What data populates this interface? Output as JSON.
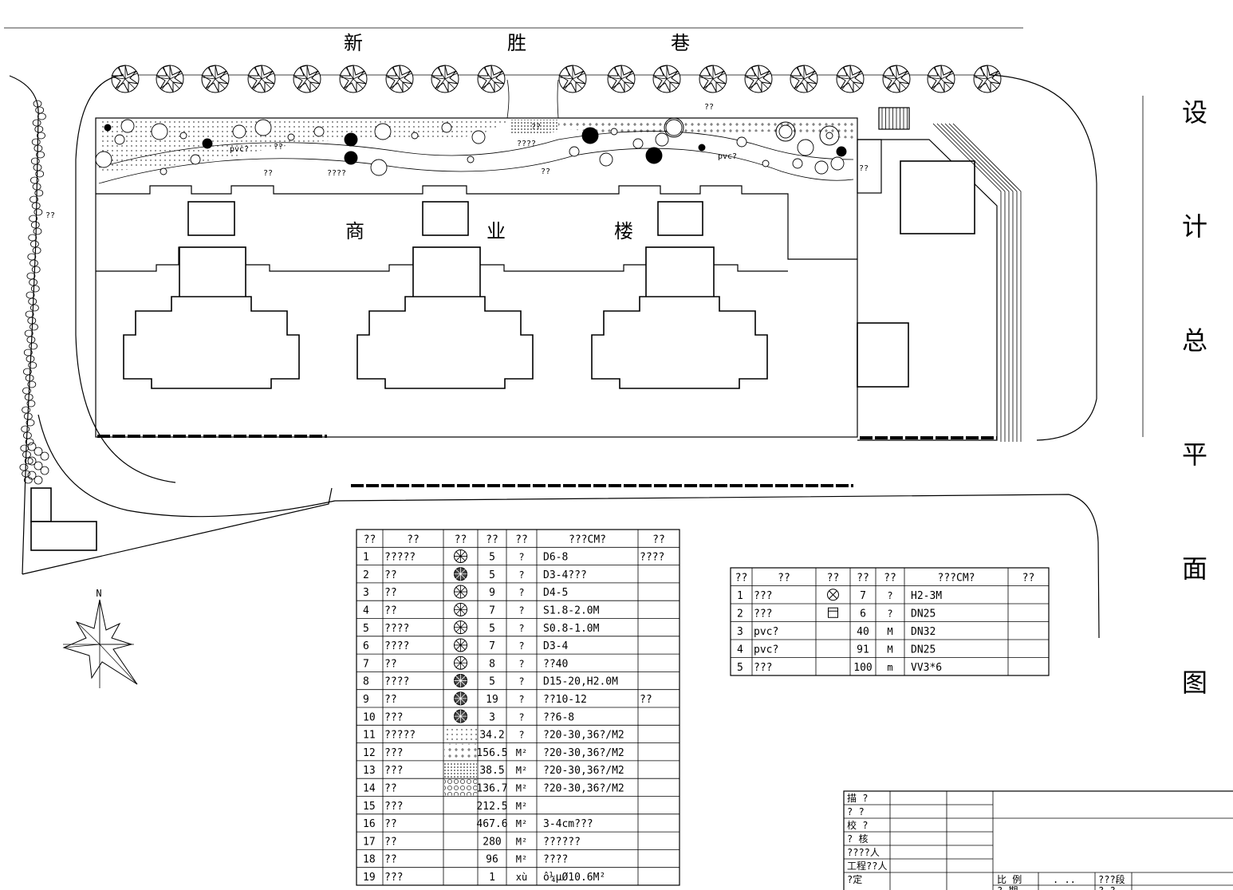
{
  "street": [
    "新",
    "胜",
    "巷"
  ],
  "building_label": [
    "商",
    "业",
    "楼"
  ],
  "title_chars": [
    "设",
    "计",
    "总",
    "平",
    "面",
    "图"
  ],
  "north": "N",
  "site_labels": {
    "pvc_a": "pvc?",
    "pvc_b": "pvc?",
    "q1": "??",
    "q2": "??",
    "q3": "????",
    "q4": "??",
    "q5": "??",
    "q6": "????",
    "q7": "??",
    "q8": "??",
    "q9": "??"
  },
  "plant_table": {
    "headers": [
      "??",
      "??",
      "??",
      "??",
      "??",
      "???CM?",
      "??"
    ],
    "rows": [
      {
        "no": "1",
        "name": "?????",
        "qty": "5",
        "unit": "?",
        "spec": "D6-8",
        "note": "????",
        "sym": "tree-a"
      },
      {
        "no": "2",
        "name": "??",
        "qty": "5",
        "unit": "?",
        "spec": "D3-4???",
        "note": "",
        "sym": "tree-b"
      },
      {
        "no": "3",
        "name": "??",
        "qty": "9",
        "unit": "?",
        "spec": "D4-5",
        "note": "",
        "sym": "tree-c"
      },
      {
        "no": "4",
        "name": "??",
        "qty": "7",
        "unit": "?",
        "spec": "S1.8-2.0M",
        "note": "",
        "sym": "tree-d"
      },
      {
        "no": "5",
        "name": "????",
        "qty": "5",
        "unit": "?",
        "spec": "S0.8-1.0M",
        "note": "",
        "sym": "tree-e"
      },
      {
        "no": "6",
        "name": "????",
        "qty": "7",
        "unit": "?",
        "spec": "D3-4",
        "note": "",
        "sym": "tree-f"
      },
      {
        "no": "7",
        "name": "??",
        "qty": "8",
        "unit": "?",
        "spec": "??40",
        "note": "",
        "sym": "tree-g"
      },
      {
        "no": "8",
        "name": "????",
        "qty": "5",
        "unit": "?",
        "spec": "D15-20,H2.0M",
        "note": "",
        "sym": "tree-h"
      },
      {
        "no": "9",
        "name": "??",
        "qty": "19",
        "unit": "?",
        "spec": "??10-12",
        "note": "??",
        "sym": "tree-i"
      },
      {
        "no": "10",
        "name": "???",
        "qty": "3",
        "unit": "?",
        "spec": "??6-8",
        "note": "",
        "sym": "tree-j"
      },
      {
        "no": "11",
        "name": "?????",
        "qty": "34.2",
        "unit": "?",
        "spec": "?20-30,36?/M2",
        "note": "",
        "sym": "hatch1"
      },
      {
        "no": "12",
        "name": "???",
        "qty": "156.5",
        "unit": "M²",
        "spec": "?20-30,36?/M2",
        "note": "",
        "sym": "hatch2"
      },
      {
        "no": "13",
        "name": "???",
        "qty": "38.5",
        "unit": "M²",
        "spec": "?20-30,36?/M2",
        "note": "",
        "sym": "hatch3"
      },
      {
        "no": "14",
        "name": "??",
        "qty": "136.7",
        "unit": "M²",
        "spec": "?20-30,36?/M2",
        "note": "",
        "sym": "hatch4"
      },
      {
        "no": "15",
        "name": "???",
        "qty": "212.5",
        "unit": "M²",
        "spec": "",
        "note": "",
        "sym": ""
      },
      {
        "no": "16",
        "name": "??",
        "qty": "467.6",
        "unit": "M²",
        "spec": "3-4cm???",
        "note": "",
        "sym": ""
      },
      {
        "no": "17",
        "name": "??",
        "qty": "280",
        "unit": "M²",
        "spec": "??????",
        "note": "",
        "sym": ""
      },
      {
        "no": "18",
        "name": "??",
        "qty": "96",
        "unit": "M²",
        "spec": "????",
        "note": "",
        "sym": ""
      },
      {
        "no": "19",
        "name": "???",
        "qty": "1",
        "unit": "xù",
        "spec": "ô¼µØ10.6M²",
        "note": "",
        "sym": ""
      }
    ]
  },
  "facility_table": {
    "headers": [
      "??",
      "??",
      "??",
      "??",
      "??",
      "???CM?",
      "??"
    ],
    "rows": [
      {
        "no": "1",
        "name": "???",
        "qty": "7",
        "unit": "?",
        "spec": "H2-3M",
        "note": "",
        "sym": "lamp"
      },
      {
        "no": "2",
        "name": "???",
        "qty": "6",
        "unit": "?",
        "spec": "DN25",
        "note": "",
        "sym": "box"
      },
      {
        "no": "3",
        "name": "pvc?",
        "qty": "40",
        "unit": "M",
        "spec": "DN32",
        "note": "",
        "sym": ""
      },
      {
        "no": "4",
        "name": "pvc?",
        "qty": "91",
        "unit": "M",
        "spec": "DN25",
        "note": "",
        "sym": ""
      },
      {
        "no": "5",
        "name": "???",
        "qty": "100",
        "unit": "m",
        "spec": "VV3*6",
        "note": "",
        "sym": ""
      }
    ]
  },
  "title_block": {
    "rows": [
      "描  ?",
      "?  ?",
      "校  ?",
      "?  核",
      "????人",
      "工程??人",
      "?定"
    ],
    "scale_label": "比  例",
    "scale_value": ".  ..",
    "stage_label": "???段",
    "bottom_left": "?  期",
    "bottom_right": "?  ?"
  }
}
